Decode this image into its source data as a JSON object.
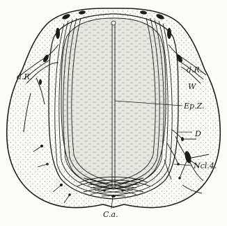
{
  "figure": {
    "labels": {
      "dr_left": "d.R.",
      "dr_right": "d.R.",
      "w": "W",
      "epz": "Ep.Z.",
      "d": "D",
      "ncl4": "Ncl.4.",
      "ca": "C.a."
    },
    "colors": {
      "background": "#fbfbf8",
      "ink": "#1c1c1c",
      "gray_matter_fill": "#e7e7e2",
      "stipple": "#6a6a6a"
    }
  }
}
